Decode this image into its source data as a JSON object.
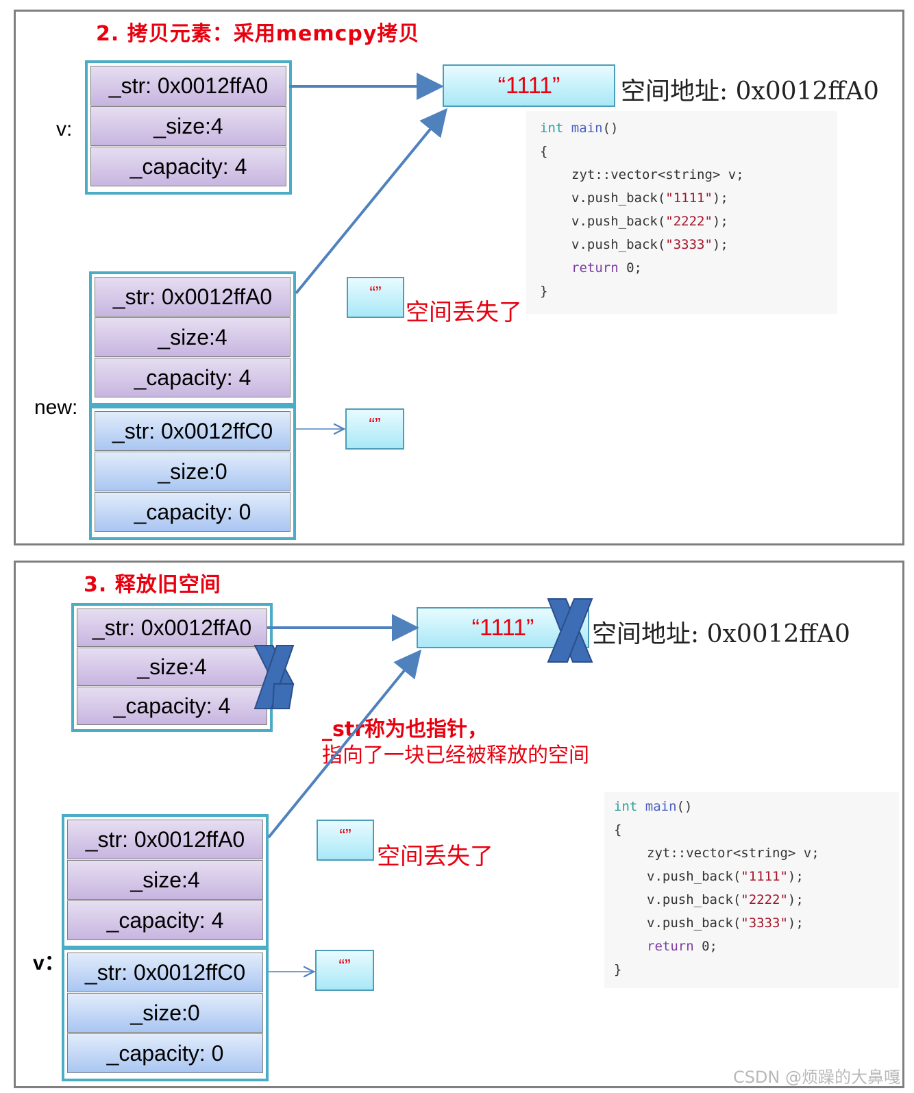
{
  "panel1": {
    "title": "2. 拷贝元素：采用memcpy拷贝",
    "v_label": "v:",
    "new_label": "new:",
    "v_struct": [
      "_str: 0x0012ffA0",
      "_size:4",
      "_capacity: 4"
    ],
    "new_struct_top": [
      "_str: 0x0012ffA0",
      "_size:4",
      "_capacity: 4"
    ],
    "new_struct_bottom": [
      "_str: 0x0012ffC0",
      "_size:0",
      "_capacity: 0"
    ],
    "string_box": "“1111”",
    "empty_box_1": "“”",
    "empty_box_2": "“”",
    "space_address": "空间地址: 0x0012ffA0",
    "space_lost": "空间丢失了",
    "code": {
      "line1_int": "int",
      "line1_main": "main",
      "line1_rest": "()",
      "line2": "{",
      "line3": "zyt::vector<string> v;",
      "line4_a": "v.push_back(",
      "line4_s": "\"1111\"",
      "line5_s": "\"2222\"",
      "line6_s": "\"3333\"",
      "line_end": ");",
      "line7_ret": "return",
      "line7_rest": " 0;",
      "line8": "}"
    }
  },
  "panel2": {
    "title": "3. 释放旧空间",
    "v_label": "v：",
    "old_struct": [
      "_str: 0x0012ffA0",
      "_size:4",
      "_capacity: 4"
    ],
    "v_struct_top": [
      "_str: 0x0012ffA0",
      "_size:4",
      "_capacity: 4"
    ],
    "v_struct_bottom": [
      "_str: 0x0012ffC0",
      "_size:0",
      "_capacity: 0"
    ],
    "string_box": "“1111”",
    "empty_box_1": "“”",
    "empty_box_2": "“”",
    "space_address": "空间地址: 0x0012ffA0",
    "space_lost": "空间丢失了",
    "note_line1": "_str称为也指针，",
    "note_line2": "指向了一块已经被释放的空间"
  },
  "watermark": "CSDN @烦躁的大鼻嘎",
  "colors": {
    "title_red": "#e8000f",
    "struct_border": "#4bacc6",
    "arrow": "#4f81bd",
    "cross": "#3d6db5"
  },
  "icons": [
    "arrow-right-icon",
    "cross-mark-icon"
  ]
}
